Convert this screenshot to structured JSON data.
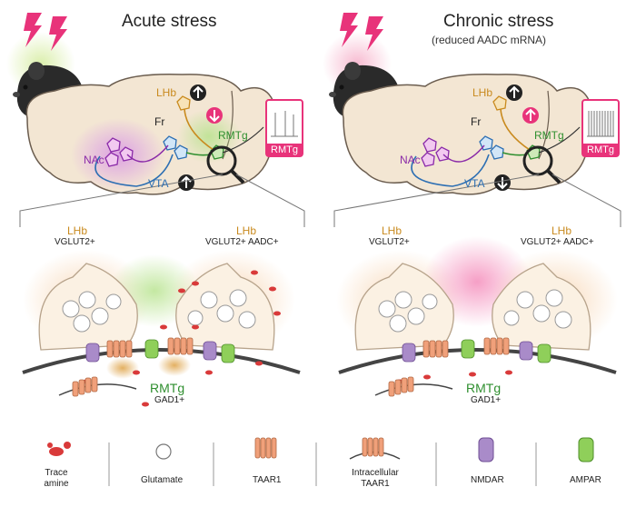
{
  "panels": {
    "left": {
      "title": "Acute stress",
      "regions": {
        "lhb": "LHb",
        "fr": "Fr",
        "rmtg": "RMTg",
        "nac": "NAc",
        "vta": "VTA",
        "rmtg_box": "RMTg"
      },
      "synapse": {
        "lhb_left": "LHb",
        "lhb_left_sub": "VGLUT2+",
        "lhb_right": "LHb",
        "lhb_right_sub": "VGLUT2+ AADC+",
        "rmtg": "RMTg",
        "rmtg_sub": "GAD1+"
      }
    },
    "right": {
      "title": "Chronic stress",
      "subtitle": "(reduced AADC mRNA)",
      "regions": {
        "lhb": "LHb",
        "fr": "Fr",
        "rmtg": "RMTg",
        "nac": "NAc",
        "vta": "VTA",
        "rmtg_box": "RMTg"
      },
      "synapse": {
        "lhb_left": "LHb",
        "lhb_left_sub": "VGLUT2+",
        "lhb_right": "LHb",
        "lhb_right_sub": "VGLUT2+ AADC+",
        "rmtg": "RMTg",
        "rmtg_sub": "GAD1+"
      }
    }
  },
  "legend": {
    "trace_amine": "Trace amine",
    "glutamate": "Glutamate",
    "taar1": "TAAR1",
    "intracellular_taar1": "Intracellular TAAR1",
    "nmdar": "NMDAR",
    "ampar": "AMPAR"
  },
  "colors": {
    "brain_fill": "#f3e6d3",
    "brain_stroke": "#6b5d4f",
    "lightning": "#e8337a",
    "rmtg_box": "#e8337a",
    "lhb_orange": "#c98a1e",
    "nac_purple": "#8a2aa8",
    "rmtg_green": "#2f8f2f",
    "vta_blue": "#2d6fb3",
    "taar1": "#f0a07a",
    "nmdar": "#a98bc9",
    "ampar": "#8fcf5a",
    "trace_amine": "#d93a3a"
  },
  "icons": {
    "lhb_arrow": "arrow-up-icon",
    "vta_arrow_left": "arrow-up-icon",
    "vta_arrow_right": "arrow-down-icon",
    "rmtg_arrow_left": "arrow-down-icon",
    "rmtg_arrow_right": "arrow-up-icon",
    "magnifier": "magnifier-icon",
    "mouse": "mouse-icon",
    "stress": "lightning-icon"
  }
}
